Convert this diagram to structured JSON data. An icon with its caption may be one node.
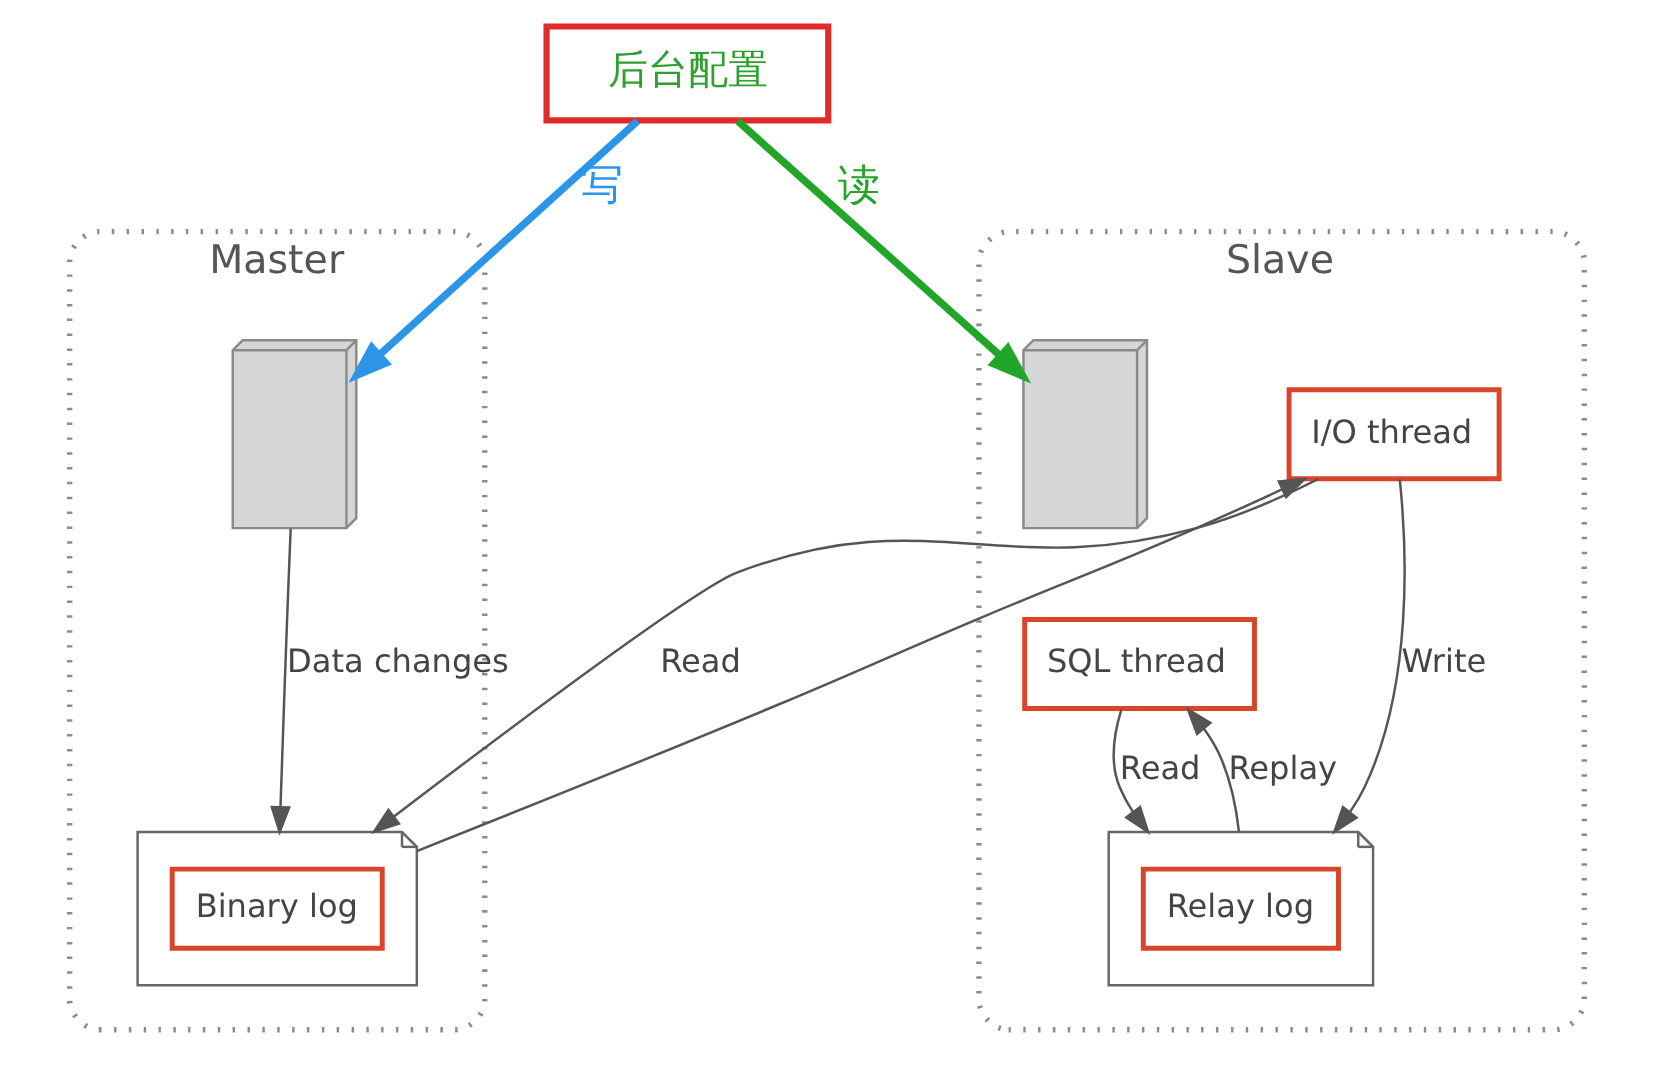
{
  "diagram": {
    "nodes": [
      {
        "text": [
          "Master"
        ]
      },
      {
        "text": [],
        "shape": "picture",
        "in": 0
      },
      {
        "text": [
          "Binary log"
        ],
        "in": 0
      },
      {
        "text": [
          "后台配置"
        ]
      },
      {
        "text": [
          "Slave"
        ]
      },
      {
        "text": [
          "I/O thread"
        ],
        "in": 4
      },
      {
        "text": [],
        "shape": "picture",
        "in": 4
      },
      {
        "text": [
          "SQL thread"
        ],
        "in": 4
      },
      {
        "text": [
          "Relay log"
        ],
        "in": 4
      }
    ],
    "edges": [
      {
        "from": 1,
        "to": 2,
        "arrow": "to",
        "label": "Data changes"
      },
      {
        "from": 3,
        "to": 1,
        "arrow": "to",
        "label": "写",
        "style": "thick",
        "color": "#2b95e8"
      },
      {
        "from": 3,
        "to": 6,
        "arrow": "to",
        "label": "读",
        "style": "thick",
        "color": "#22a62a"
      },
      {
        "from": 5,
        "to": 2,
        "arrow": "to",
        "label": "Read"
      },
      {
        "from": 2,
        "to": 5,
        "arrow": "to"
      },
      {
        "from": 5,
        "to": 8,
        "arrow": "to",
        "label": "Write"
      },
      {
        "from": 7,
        "to": 8,
        "arrow": "to",
        "label": "Read"
      },
      {
        "from": 8,
        "to": 7,
        "arrow": "to",
        "label": "Replay"
      }
    ]
  }
}
